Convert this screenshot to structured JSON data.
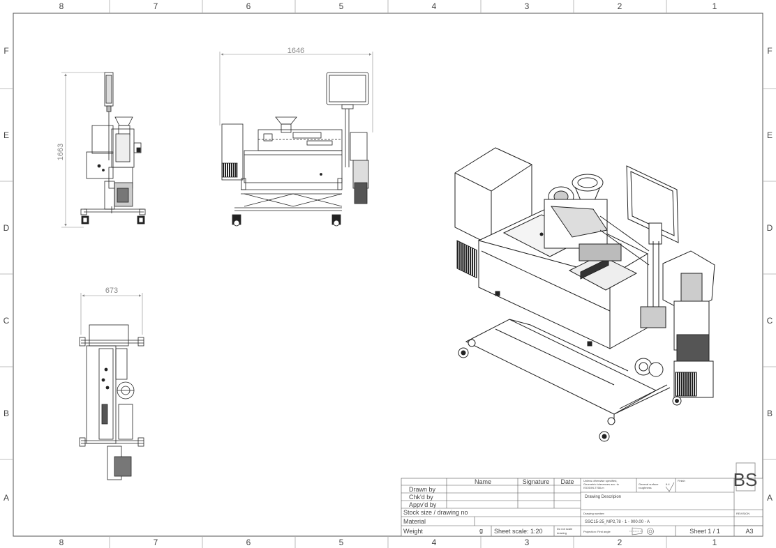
{
  "zones": {
    "columns": [
      "8",
      "7",
      "6",
      "5",
      "4",
      "3",
      "2",
      "1"
    ],
    "rows": [
      "F",
      "E",
      "D",
      "C",
      "B",
      "A"
    ]
  },
  "dimensions": {
    "front_width": "1646",
    "side_height": "1663",
    "top_width": "673"
  },
  "title_block": {
    "col_name": "Name",
    "col_signature": "Signature",
    "col_date": "Date",
    "drawn_by": "Drawn by",
    "chkd_by": "Chk'd by",
    "appvd_by": "Appv'd by",
    "stock_size": "Stock size / drawing no",
    "material": "Material",
    "weight": "Weight",
    "weight_unit": "g",
    "sheet_scale": "Sheet scale: 1:20",
    "do_not_scale_1": "Do not scale",
    "do_not_scale_2": "drawing",
    "tolerance_1": "Unless otherwise specified,",
    "tolerance_2": "Geometric tolerances acc. to",
    "tolerance_3": "ISO/DIN 2768-m",
    "surface_1": "General surface",
    "surface_2": "roughness",
    "surface_value": "6.4",
    "finish": "Finish",
    "description": "Drawing Descripion",
    "drawing_number_label": "Drawing number:",
    "drawing_number": "SSC15-25_MP2,78 - 1 - 000.00 - A",
    "projection": "Projection: First angle",
    "sheet": "Sheet 1 / 1",
    "revision_label": "REVISION",
    "size": "A3",
    "logo": "BS"
  },
  "colors": {
    "frame": "#555555",
    "drawing_lines": "#222222",
    "dimension_lines": "#888888"
  }
}
